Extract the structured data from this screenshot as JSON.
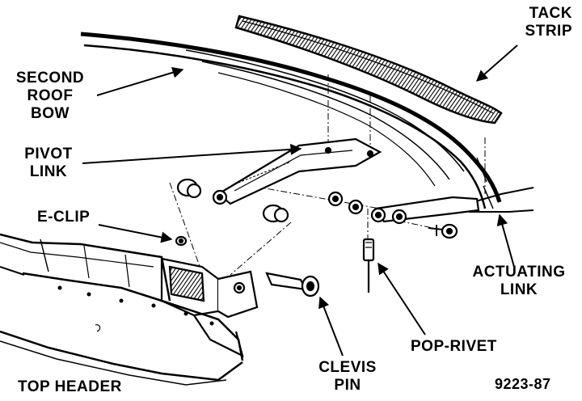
{
  "labels": {
    "tack_strip": [
      "TACK",
      "STRIP"
    ],
    "second_roof_bow": [
      "SECOND",
      "ROOF",
      "BOW"
    ],
    "pivot_link": [
      "PIVOT",
      "LINK"
    ],
    "e_clip": "E-CLIP",
    "actuating_link": [
      "ACTUATING",
      "LINK"
    ],
    "pop_rivet": "POP-RIVET",
    "clevis_pin": [
      "CLEVIS",
      "PIN"
    ],
    "top_header": "TOP HEADER"
  },
  "figure_number": "9223-87",
  "colors": {
    "ink": "#000000",
    "paper": "#ffffff"
  }
}
